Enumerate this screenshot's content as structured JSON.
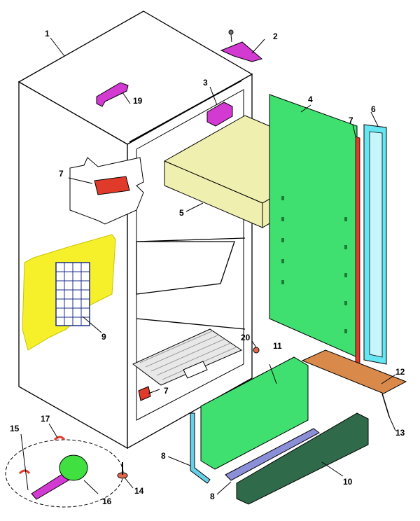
{
  "diagram": {
    "type": "exploded-parts-view",
    "callouts": [
      "1",
      "2",
      "3",
      "4",
      "5",
      "6",
      "7",
      "7",
      "7",
      "8",
      "8",
      "9",
      "10",
      "11",
      "12",
      "13",
      "14",
      "15",
      "16",
      "17",
      "19",
      "20"
    ]
  },
  "colors": {
    "cabinet_outline": "#000000",
    "shelf_panel": "#efefb0",
    "door_liner_green": "#3fe070",
    "evaporator_blue": "#66e6f2",
    "drain_pan": "#d9894a",
    "hinge_magenta": "#d23ad2",
    "bracket_red": "#e03a2a",
    "label_yellow": "#f5f02a",
    "kick_plate": "#2f6b4a",
    "leveler_brown": "#e06a4a"
  },
  "icons": [
    "bracket-icon",
    "hinge-icon",
    "screw-icon",
    "leveling-leg-icon",
    "motor-icon",
    "clip-icon"
  ]
}
